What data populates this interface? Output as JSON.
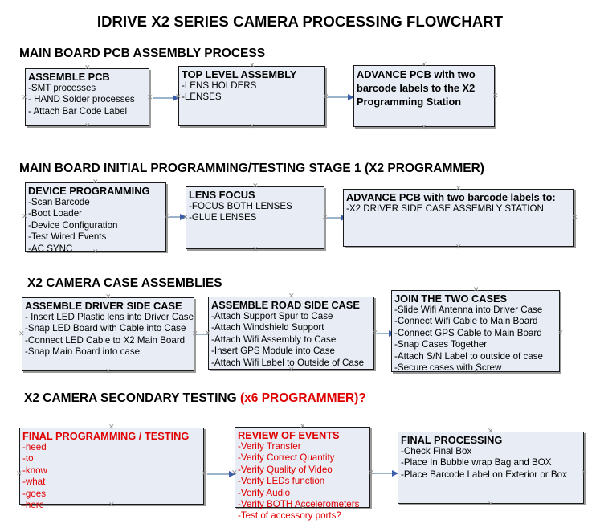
{
  "document": {
    "title": "IDRIVE X2  SERIES CAMERA PROCESSING FLOWCHART",
    "accent_color": "#e00000",
    "box_fill": "#e7ecf5",
    "connector_color": "#9cb3cc",
    "arrowhead_color": "#3b5ea8"
  },
  "sections": [
    {
      "heading": "MAIN BOARD PCB ASSEMBLY PROCESS",
      "heading_accent": "",
      "boxes": [
        {
          "title": "ASSEMBLE PCB",
          "lines": [
            "-SMT processes",
            "- HAND Solder processes",
            "- Attach Bar Code Label"
          ]
        },
        {
          "title": "TOP LEVEL ASSEMBLY",
          "lines": [
            "-LENS HOLDERS",
            "-LENSES"
          ]
        },
        {
          "title": "ADVANCE PCB with two barcode labels to the  X2 Programming Station",
          "lines": []
        }
      ]
    },
    {
      "heading": "MAIN BOARD INITIAL PROGRAMMING/TESTING STAGE 1 (X2 PROGRAMMER)",
      "heading_accent": "",
      "boxes": [
        {
          "title": "DEVICE PROGRAMMING",
          "lines": [
            "-Scan Barcode",
            "-Boot Loader",
            "-Device Configuration",
            "-Test Wired Events",
            "-AC SYNC"
          ]
        },
        {
          "title": "LENS FOCUS",
          "lines": [
            "-FOCUS BOTH LENSES",
            "-GLUE LENSES"
          ]
        },
        {
          "title": "ADVANCE PCB with two barcode labels to:",
          "lines": [
            "-X2 DRIVER  SIDE  CASE  ASSEMBLY STATION"
          ]
        }
      ]
    },
    {
      "heading": "X2 CAMERA CASE ASSEMBLIES",
      "heading_accent": "",
      "boxes": [
        {
          "title": "ASSEMBLE DRIVER SIDE CASE",
          "lines": [
            "- Insert LED Plastic lens into Driver Case",
            "-Snap LED Board with Cable into Case",
            "-Connect LED Cable to X2 Main Board",
            "-Snap Main Board into case"
          ]
        },
        {
          "title": "ASSEMBLE ROAD SIDE CASE",
          "lines": [
            "-Attach Support Spur to Case",
            "-Attach Windshield Support",
            "-Attach Wifi Assembly to Case",
            "-Insert GPS Module into Case",
            "-Attach Wifi Label to Outside of Case"
          ]
        },
        {
          "title": "JOIN THE TWO CASES",
          "lines": [
            "-Slide Wifi Antenna into Driver Case",
            "-Connect Wifi Cable to Main Board",
            "-Connect GPS Cable to Main Board",
            "-Snap Cases Together",
            "-Attach S/N Label to outside of case",
            "-Secure cases with Screw"
          ]
        }
      ]
    },
    {
      "heading": "X2 CAMERA SECONDARY TESTING ",
      "heading_accent": "(x6 PROGRAMMER)?",
      "boxes": [
        {
          "title": "FINAL PROGRAMMING / TESTING",
          "lines": [
            "-need",
            "-to",
            "-know",
            "-what",
            "-goes",
            "-here"
          ]
        },
        {
          "title": "REVIEW OF EVENTS",
          "lines": [
            "-Verify Transfer",
            "-Verify Correct Quantity",
            "-Verify Quality of Video",
            "-Verify LEDs function",
            "-Verify Audio",
            "-Verify BOTH Accelerometers",
            "-Test of accessory ports?"
          ]
        },
        {
          "title": "FINAL PROCESSING",
          "lines": [
            " -Check Final Box",
            "-Place In Bubble wrap Bag and BOX",
            "-Place Barcode Label on Exterior or Box"
          ]
        }
      ]
    }
  ]
}
